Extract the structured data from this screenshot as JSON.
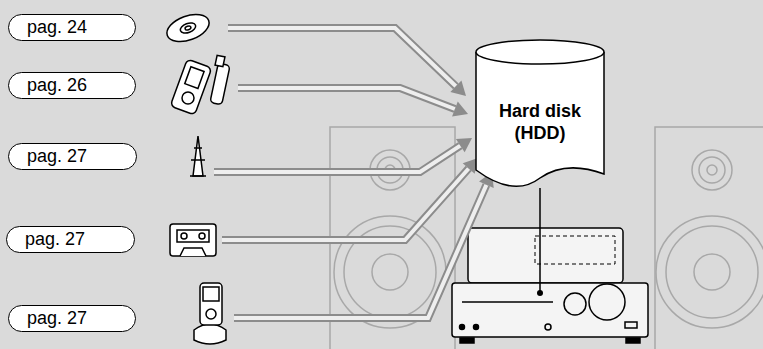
{
  "diagram": {
    "nodes": [
      {
        "text": [
          "pag. 24"
        ]
      },
      {
        "text": [
          "pag. 26"
        ]
      },
      {
        "text": [
          "pag. 27"
        ]
      },
      {
        "text": [
          "pag. 27"
        ]
      },
      {
        "text": [
          "pag. 27"
        ]
      },
      {
        "text": [
          "Hard disk (HDD)"
        ]
      }
    ]
  }
}
